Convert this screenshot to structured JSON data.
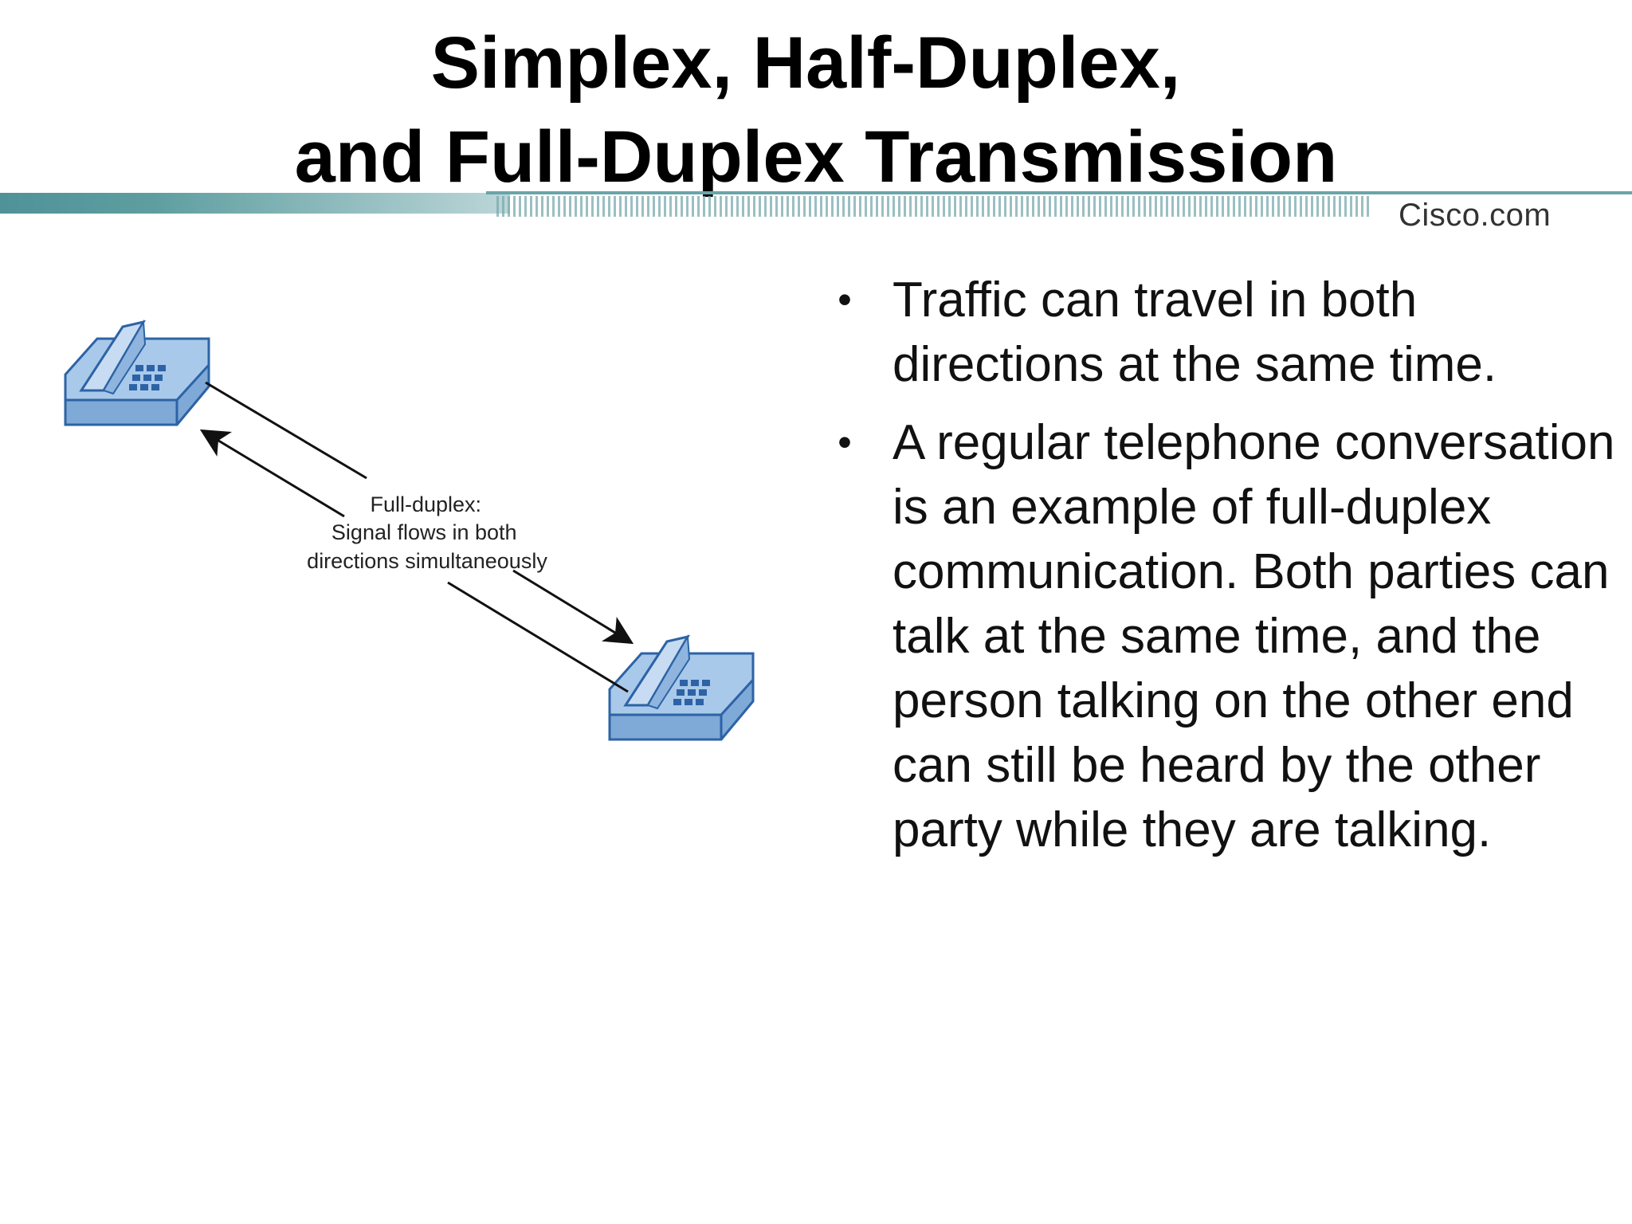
{
  "title": {
    "line1": "Simplex, Half-Duplex,",
    "line2": "and Full-Duplex Transmission"
  },
  "header": {
    "brand": "Cisco.com",
    "colors": {
      "band": "#5e9ea0",
      "band_dark": "#3d7f84"
    }
  },
  "diagram": {
    "icons": [
      "telephone-icon",
      "telephone-icon"
    ],
    "label_lines": [
      "Full-duplex:",
      "Signal flows in both",
      "directions simultaneously"
    ],
    "colors": {
      "phone_fill": "#a9c9ea",
      "phone_stroke": "#2d63a6"
    }
  },
  "bullets": [
    {
      "text": "Traffic can travel in both directions at the same time."
    },
    {
      "text": "A regular telephone conversation is an example of full-duplex communication. Both parties can talk at the same time, and the person talking on the other end can still be heard by the other party while they are talking."
    }
  ]
}
